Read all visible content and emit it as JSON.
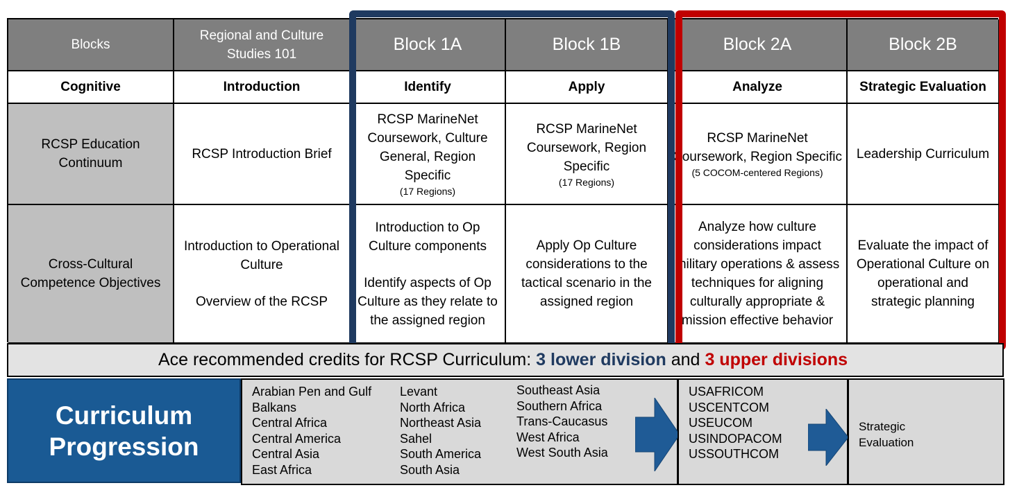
{
  "table": {
    "header": [
      "Blocks",
      "Regional and Culture Studies 101",
      "Block 1A",
      "Block 1B",
      "Block 2A",
      "Block 2B"
    ],
    "cognitive": [
      "Cognitive",
      "Introduction",
      "Identify",
      "Apply",
      "Analyze",
      "Strategic Evaluation"
    ],
    "continuum": {
      "label": "RCSP Education Continuum",
      "intro": "RCSP Introduction Brief",
      "block1a": "RCSP MarineNet Coursework, Culture General, Region Specific",
      "block1a_note": "(17 Regions)",
      "block1b": "RCSP MarineNet Coursework, Region Specific",
      "block1b_note": "(17 Regions)",
      "block2a": "RCSP MarineNet Coursework, Region Specific",
      "block2a_note": "(5 COCOM-centered Regions)",
      "block2b": "Leadership Curriculum"
    },
    "objectives": {
      "label": "Cross-Cultural Competence Objectives",
      "intro_1": "Introduction to Operational Culture",
      "intro_2": "Overview of the RCSP",
      "block1a_1": "Introduction to Op Culture components",
      "block1a_2": "Identify aspects of Op Culture as they relate to the assigned region",
      "block1b": "Apply Op Culture considerations to the tactical scenario in the assigned region",
      "block2a": "Analyze how culture considerations impact military operations & assess techniques for aligning culturally appropriate & mission effective behavior",
      "block2b": "Evaluate the impact of Operational Culture on operational and strategic planning"
    }
  },
  "credits": {
    "prefix": "Ace recommended credits for RCSP Curriculum:",
    "lower": "3 lower division",
    "and": "and",
    "upper": "3 upper divisions"
  },
  "progression": {
    "title_line1": "Curriculum",
    "title_line2": "Progression",
    "regions_col1": [
      "Arabian Pen and Gulf",
      "Balkans",
      "Central Africa",
      "Central America",
      "Central Asia",
      "East Africa"
    ],
    "regions_col2": [
      "Levant",
      "North Africa",
      "Northeast Asia",
      "Sahel",
      "South America",
      "South Asia"
    ],
    "regions_col3": [
      "Southeast Asia",
      "Southern Africa",
      "Trans-Caucasus",
      "West Africa",
      "West South Asia"
    ],
    "commands": [
      "USAFRICOM",
      "USCENTCOM",
      "USEUCOM",
      "USINDOPACOM",
      "USSOUTHCOM"
    ],
    "final_1": "Strategic",
    "final_2": "Evaluation"
  },
  "colors": {
    "block1_border": "#1f3a60",
    "block2_border": "#c00000",
    "header_gray": "#7f7f7f",
    "progression_blue": "#1a5a94",
    "arrow_blue": "#1f5b96"
  }
}
